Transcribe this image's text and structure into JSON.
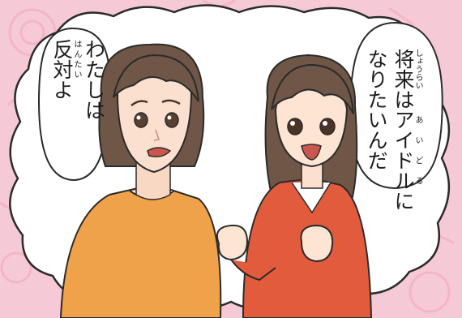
{
  "right_bubble": {
    "col1": {
      "kanji": "将来",
      "reading": "しょうらい",
      "rest": "は"
    },
    "col1b": {
      "kana": "アイドル",
      "reading": "あいどる",
      "rest": "に"
    },
    "col2": "なりたいんだ"
  },
  "left_bubble": {
    "col1": "わたしは",
    "col2": {
      "kanji": "反対",
      "reading": "はんたい",
      "rest": "よ"
    }
  },
  "colors": {
    "background": "#f6c9d6",
    "mother_sweater": "#f0a24a",
    "daughter_hoodie": "#e15b3c",
    "hair": "#6f5646"
  }
}
